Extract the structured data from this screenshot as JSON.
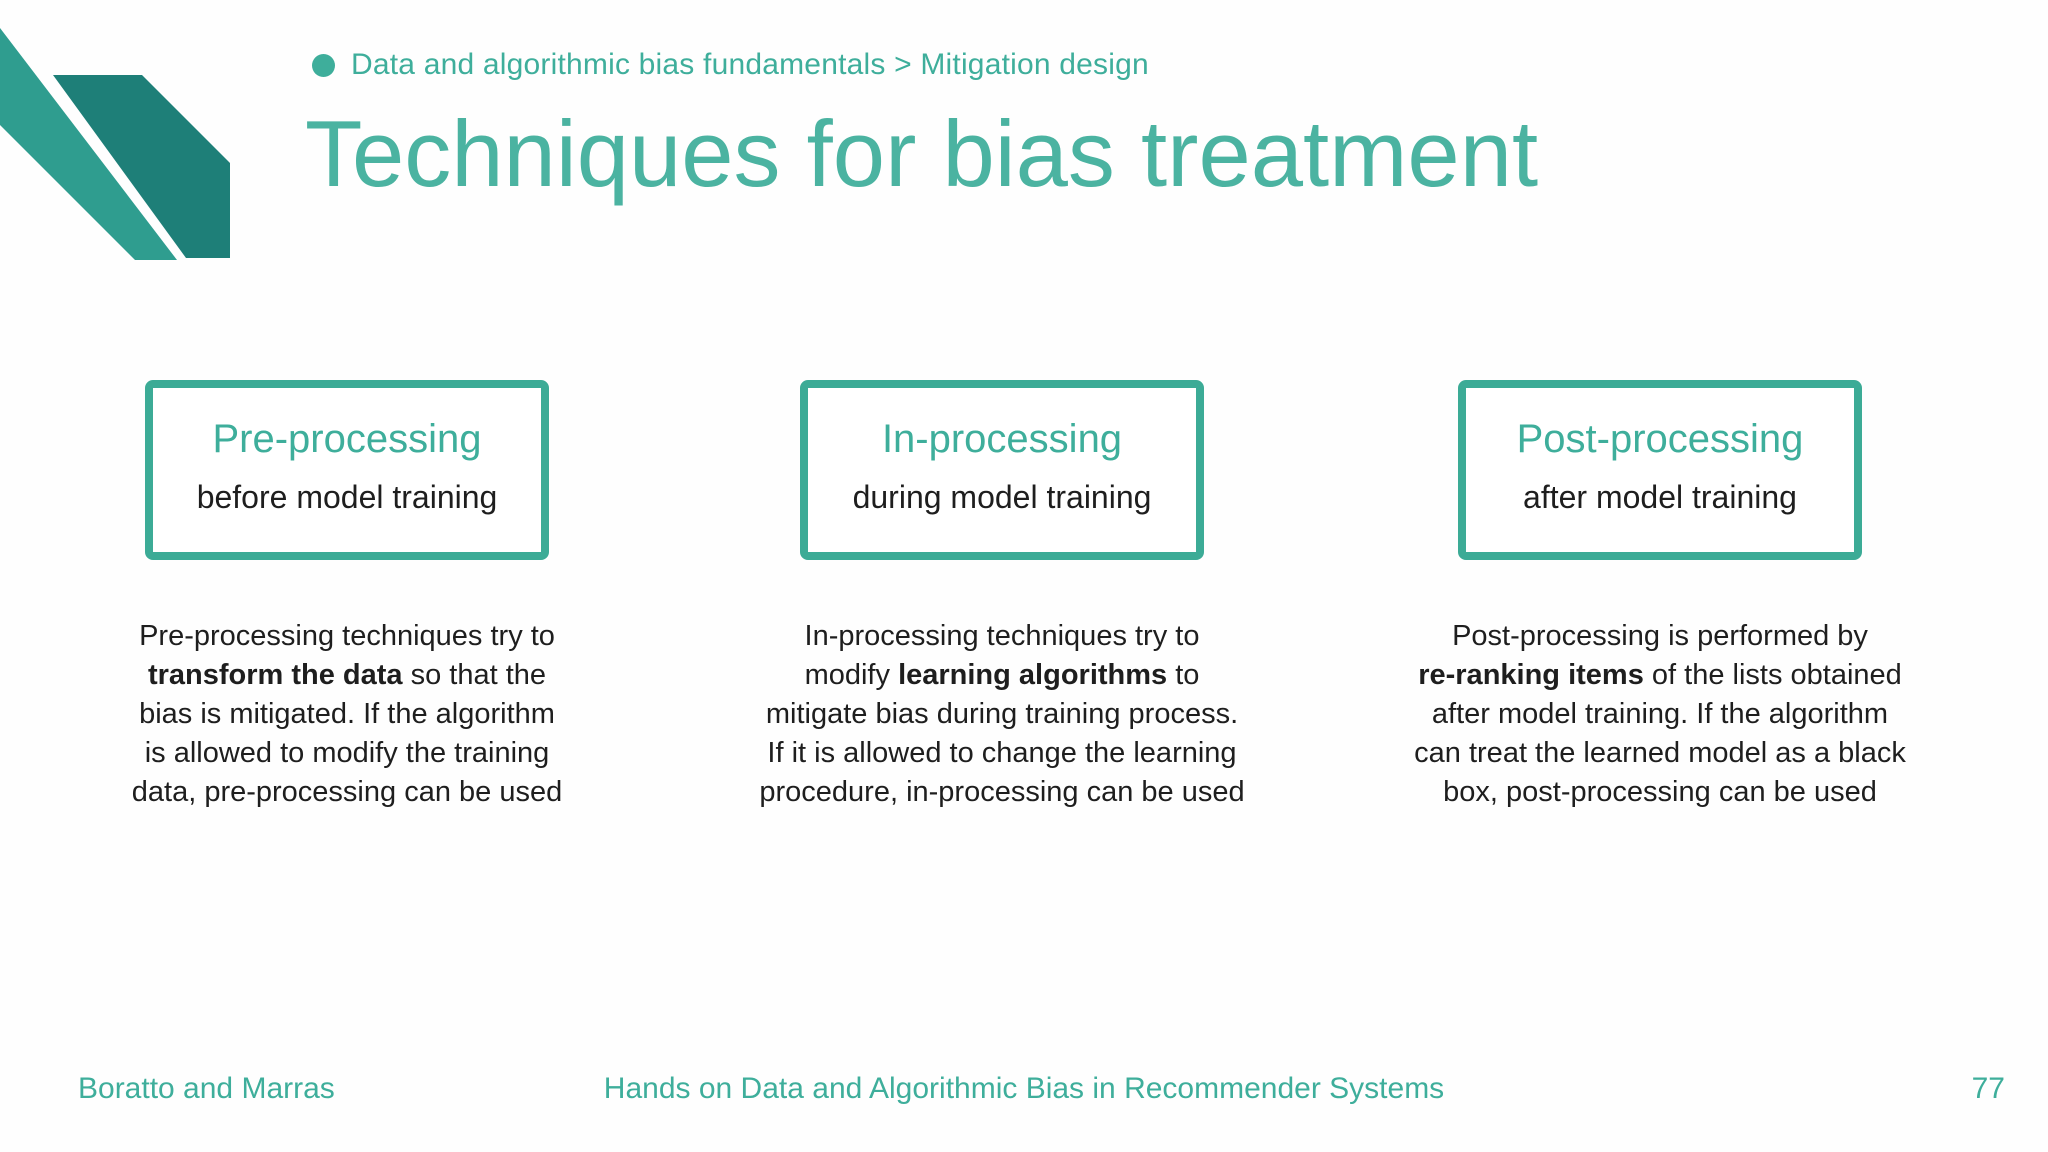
{
  "colors": {
    "teal_text": "#3EAE9B",
    "title_teal": "#4BB3A1",
    "box_border_teal": "#3CAB96",
    "logo_light_teal": "#2F9D8F",
    "logo_dark_teal": "#1E7F78",
    "body_text": "#1E1E1E",
    "background": "#FEFEFE"
  },
  "header": {
    "breadcrumb": "Data and algorithmic bias fundamentals > Mitigation design",
    "title": "Techniques for bias treatment"
  },
  "icons": {
    "logo": "teal-diagonal-ribbons-logo",
    "bullet": "teal-dot-bullet"
  },
  "cards": [
    {
      "heading": "Pre-processing",
      "subtitle": "before model training",
      "description": [
        {
          "text": "Pre-processing techniques try to\n",
          "bold": false
        },
        {
          "text": "transform the data",
          "bold": true
        },
        {
          "text": " so that the\nbias is mitigated. If the algorithm\nis allowed to modify the training\ndata, pre-processing can be used",
          "bold": false
        }
      ]
    },
    {
      "heading": "In-processing",
      "subtitle": "during model training",
      "description": [
        {
          "text": "In-processing techniques try to\nmodify ",
          "bold": false
        },
        {
          "text": "learning algorithms",
          "bold": true
        },
        {
          "text": " to\nmitigate bias during training process.\nIf it is allowed to change the learning\nprocedure, in-processing can be used",
          "bold": false
        }
      ]
    },
    {
      "heading": "Post-processing",
      "subtitle": "after model training",
      "description": [
        {
          "text": "Post-processing is performed by\n",
          "bold": false
        },
        {
          "text": "re-ranking items",
          "bold": true
        },
        {
          "text": " of the lists obtained\nafter model training. If the algorithm\ncan treat the learned model as a black\nbox, post-processing can be used",
          "bold": false
        }
      ]
    }
  ],
  "footer": {
    "authors": "Boratto and Marras",
    "deck_title": "Hands on Data and Algorithmic Bias in Recommender Systems",
    "page_number": "77"
  }
}
